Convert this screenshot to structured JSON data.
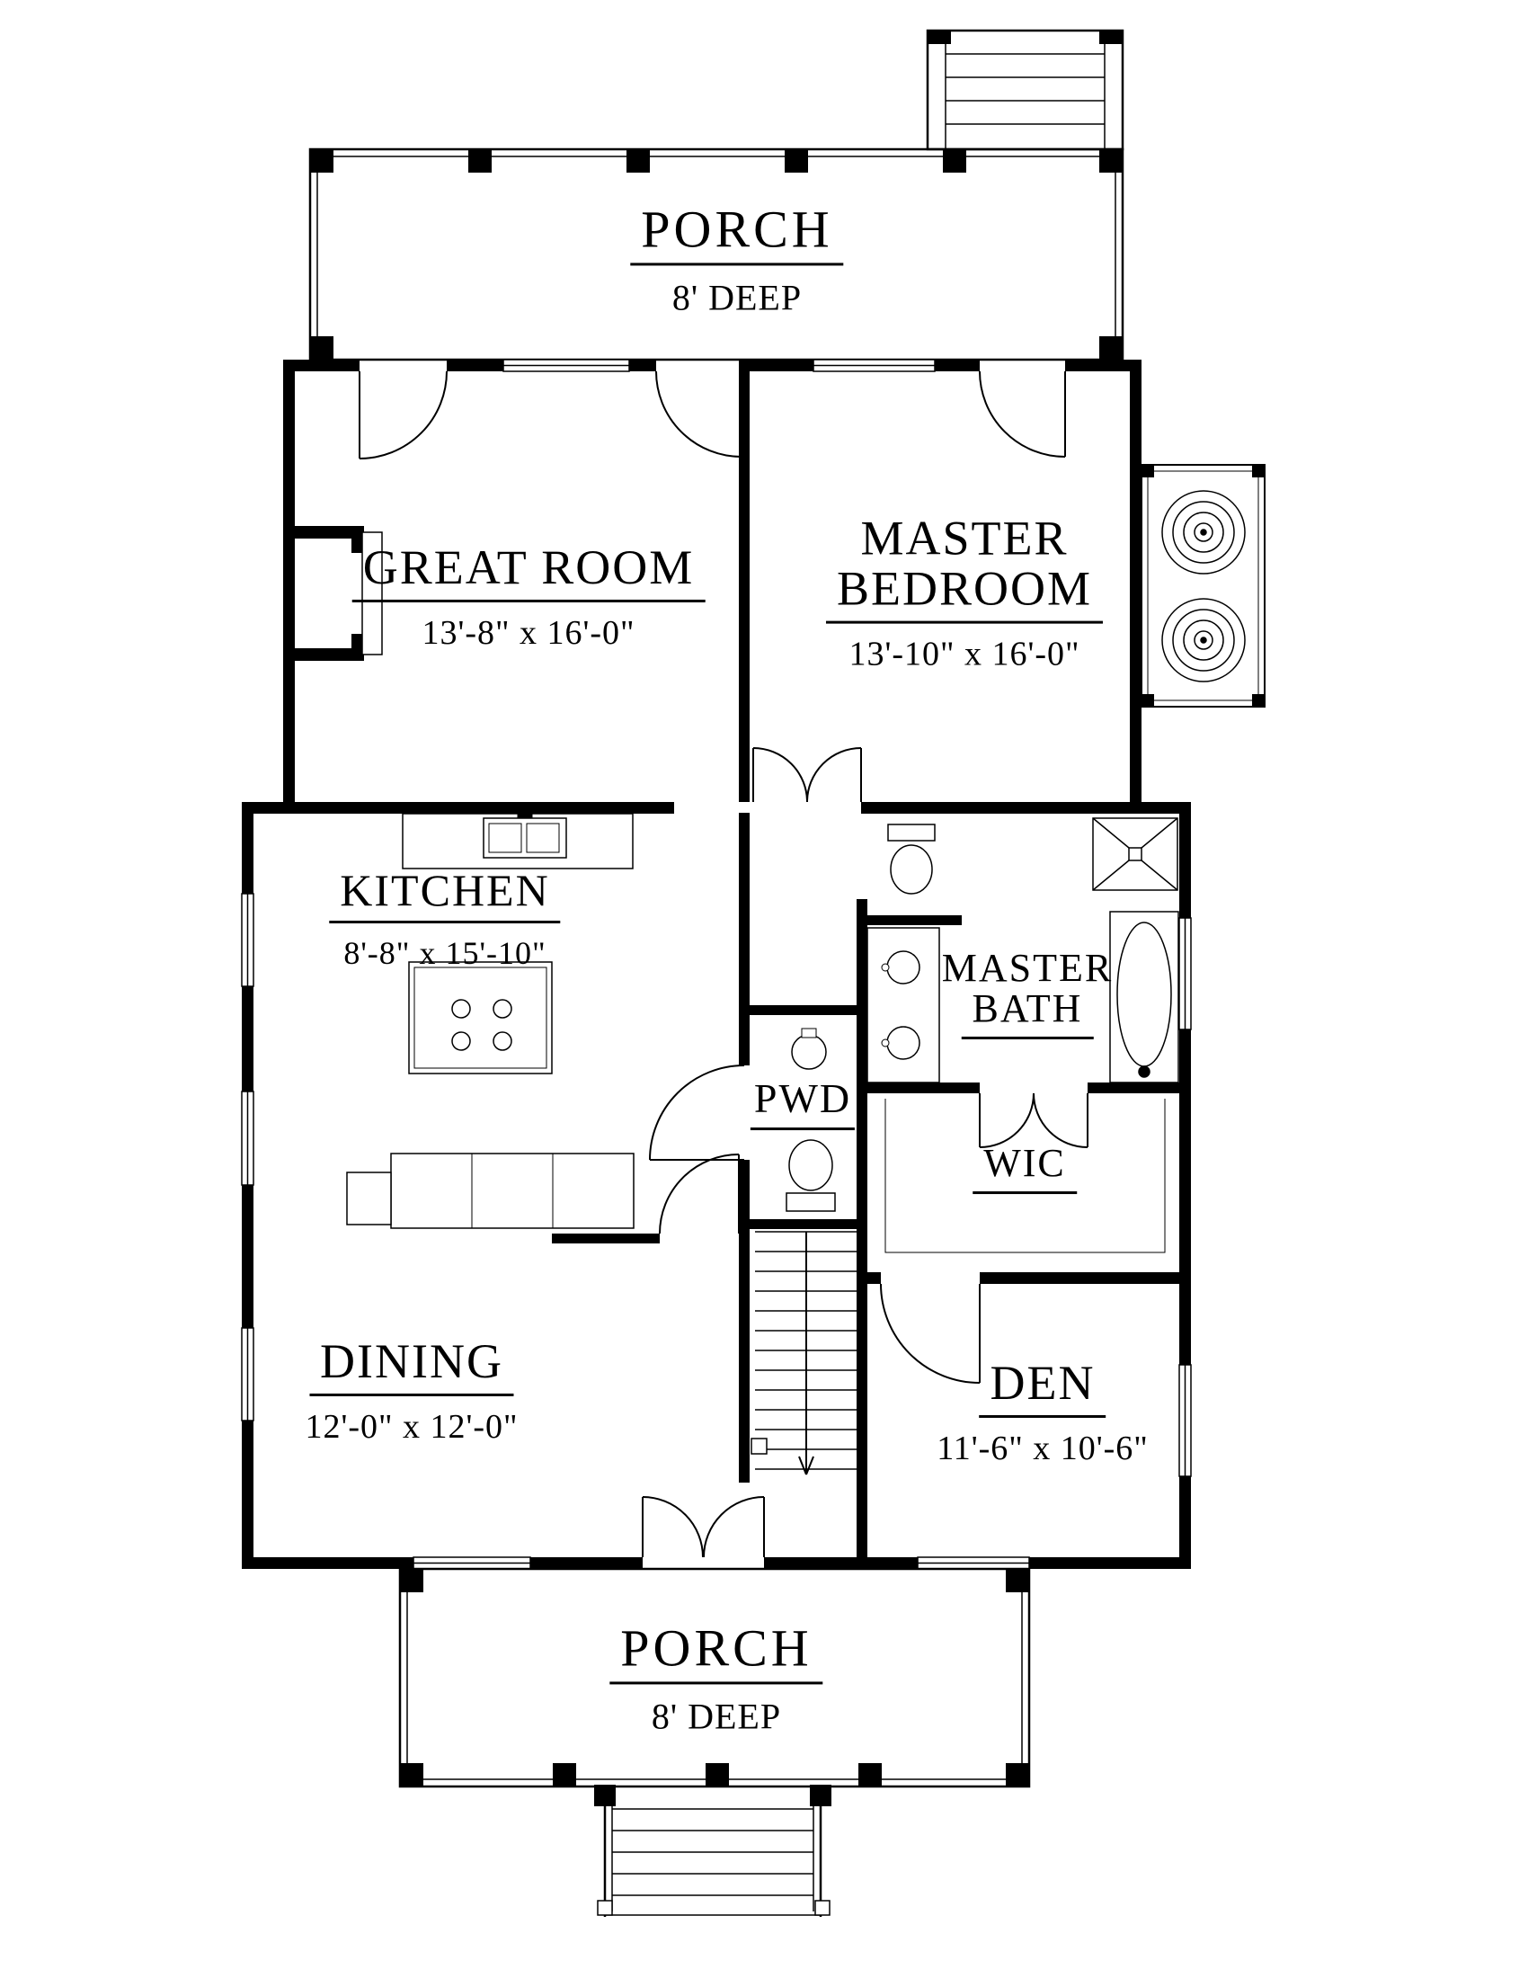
{
  "rooms": {
    "porch_top": {
      "name": "PORCH",
      "depth": "8' DEEP"
    },
    "great_room": {
      "name": "GREAT ROOM",
      "dims": "13'-8\" x 16'-0\""
    },
    "master_bedroom": {
      "line1": "MASTER",
      "line2": "BEDROOM",
      "dims": "13'-10\" x 16'-0\""
    },
    "kitchen": {
      "name": "KITCHEN",
      "dims": "8'-8\" x 15'-10\""
    },
    "master_bath": {
      "line1": "MASTER",
      "line2": "BATH"
    },
    "powder": {
      "name": "PWD"
    },
    "wic": {
      "name": "WIC"
    },
    "dining": {
      "name": "DINING",
      "dims": "12'-0\" x 12'-0\""
    },
    "den": {
      "name": "DEN",
      "dims": "11'-6\" x 10'-6\""
    },
    "porch_bottom": {
      "name": "PORCH",
      "depth": "8' DEEP"
    }
  },
  "colors": {
    "wall": "#000000",
    "line": "#000000",
    "background": "#ffffff"
  }
}
